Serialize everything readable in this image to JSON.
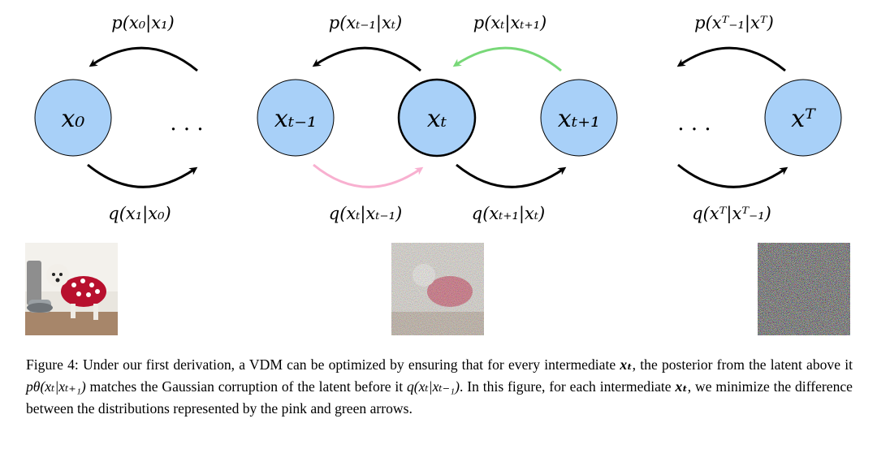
{
  "diagram": {
    "nodes": {
      "x0": "x₀",
      "xt_minus_1": "xₜ₋₁",
      "xt": "xₜ",
      "xt_plus_1": "xₜ₊₁",
      "xT": "xᵀ"
    },
    "ellipsis": "· · ·",
    "labels": {
      "p_x0_x1": "p(x₀|x₁)",
      "p_xtm1_xt": "p(xₜ₋₁|xₜ)",
      "p_xt_xtp1": "p(xₜ|xₜ₊₁)",
      "p_xTm1_xT": "p(xᵀ₋₁|xᵀ)",
      "q_x1_x0": "q(x₁|x₀)",
      "q_xt_xtm1": "q(xₜ|xₜ₋₁)",
      "q_xtp1_xt": "q(xₜ₊₁|xₜ)",
      "q_xT_xTm1": "q(xᵀ|xᵀ₋₁)"
    },
    "colors": {
      "node_fill": "#a8d0f8",
      "pink_arrow": "#f8b0d0",
      "green_arrow": "#78d878",
      "black_arrow": "#000000"
    }
  },
  "caption": {
    "prefix": "Figure 4: Under our first derivation, a VDM can be optimized by ensuring that for every intermediate ",
    "xt_a": "xₜ",
    "mid1": ", the posterior from the latent above it ",
    "p_theta": "pθ(xₜ|xₜ₊₁)",
    "mid2": " matches the Gaussian corruption of the latent before it ",
    "q_term": "q(xₜ|xₜ₋₁)",
    "mid3": ". In this figure, for each intermediate ",
    "xt_b": "xₜ",
    "suffix": ", we minimize the difference between the distributions represented by the pink and green arrows."
  }
}
